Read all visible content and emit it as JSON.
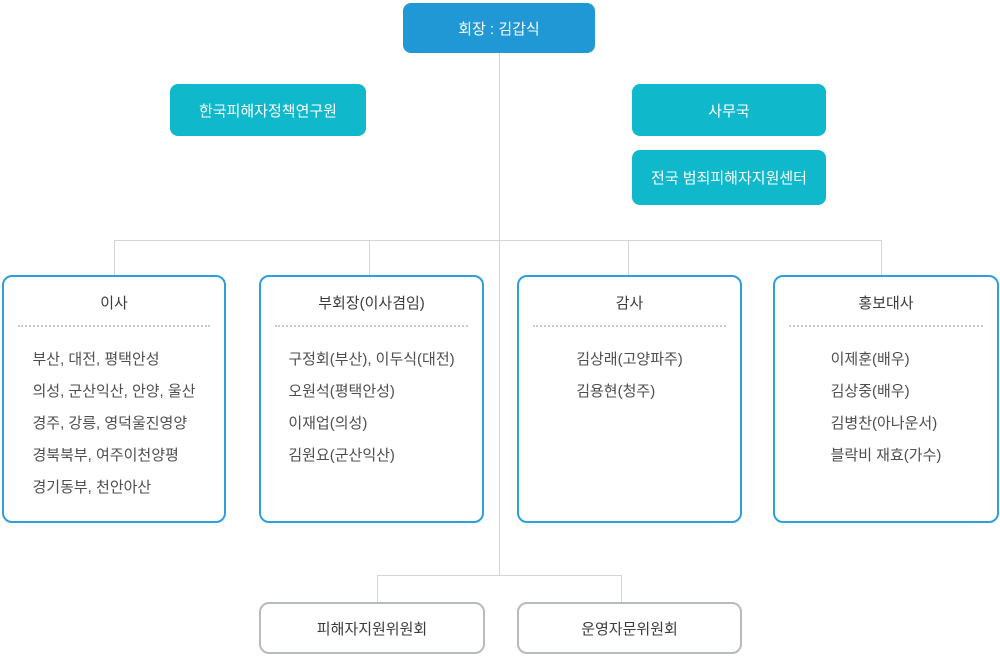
{
  "colors": {
    "primary_blue": "#2098d5",
    "cyan": "#0fb8cb",
    "department_border_blue": "#2e9fdb",
    "connector_gray": "#d5d5d5",
    "committee_border_gray": "#b8bbbe"
  },
  "chairman": {
    "label": "회장 : 김갑식"
  },
  "affiliates": {
    "research_institute": "한국피해자정책연구원",
    "secretariat": "사무국",
    "support_center": "전국 범죄피해자지원센터"
  },
  "departments": [
    {
      "title": "이사",
      "items": [
        "부산, 대전, 평택안성",
        "의성, 군산익산, 안양, 울산",
        "경주, 강릉, 영덕울진영양",
        "경북북부, 여주이천양평",
        "경기동부, 천안아산"
      ]
    },
    {
      "title": "부회장(이사겸임)",
      "items": [
        "구정회(부산), 이두식(대전)",
        "오원석(평택안성)",
        "이재업(의성)",
        "김원요(군산익산)"
      ]
    },
    {
      "title": "감사",
      "items": [
        "김상래(고양파주)",
        "김용현(청주)"
      ]
    },
    {
      "title": "홍보대사",
      "items": [
        "이제훈(배우)",
        "김상중(배우)",
        "김병찬(아나운서)",
        "블락비 재효(가수)"
      ]
    }
  ],
  "committees": {
    "support": "피해자지원위원회",
    "advisory": "운영자문위원회"
  }
}
